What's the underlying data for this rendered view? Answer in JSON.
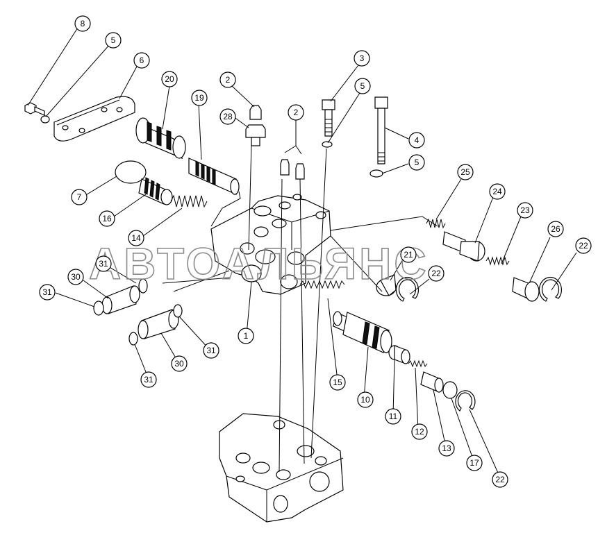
{
  "watermark": "АВТОАЛЬЯНС",
  "callouts": [
    "8",
    "5",
    "6",
    "20",
    "19",
    "2",
    "28",
    "2",
    "3",
    "5",
    "4",
    "5",
    "7",
    "16",
    "14",
    "25",
    "24",
    "23",
    "26",
    "22",
    "21",
    "22",
    "31",
    "30",
    "31",
    "1",
    "15",
    "10",
    "11",
    "12",
    "13",
    "17",
    "22",
    "30",
    "31",
    "31"
  ]
}
